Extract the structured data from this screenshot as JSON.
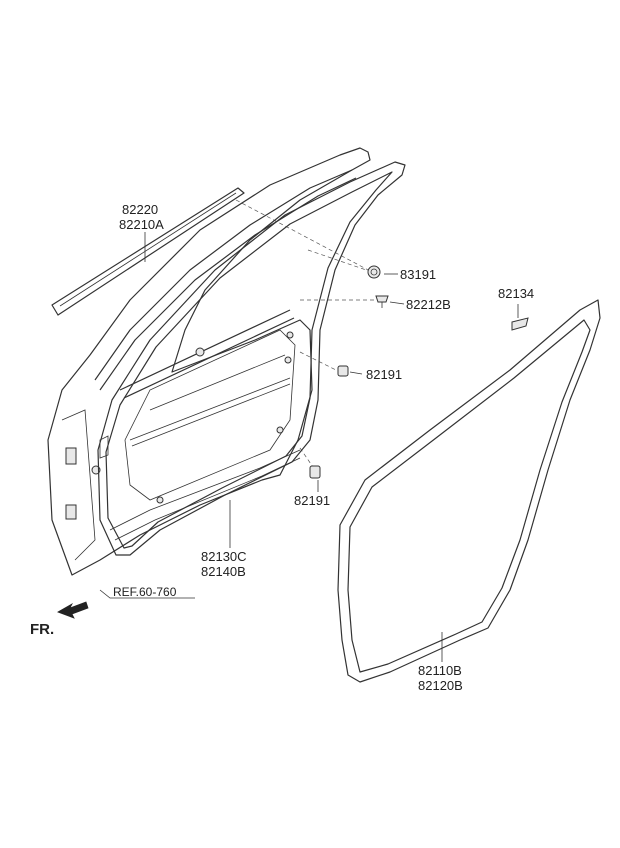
{
  "labels": {
    "p82220": "82220",
    "p82210A": "82210A",
    "p83191": "83191",
    "p82212B": "82212B",
    "p82134": "82134",
    "p82191a": "82191",
    "p82191b": "82191",
    "p82130C": "82130C",
    "p82140B": "82140B",
    "p82110B": "82110B",
    "p82120B": "82120B",
    "ref": "REF.60-760",
    "front": "FR."
  }
}
